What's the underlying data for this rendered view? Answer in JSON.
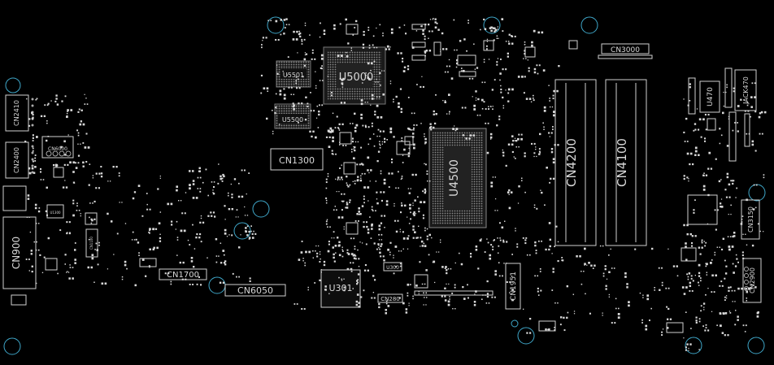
{
  "board": {
    "background": "#000000",
    "outline_color": "#cfcfcf",
    "hole_color": "#3fa7c9",
    "pad_color": "#e6e6e6"
  },
  "components": {
    "u5000": "U5000",
    "u5501": "U5501",
    "u5500": "U5500",
    "cn1300": "CN1300",
    "u4500": "U4500",
    "cn4200": "CN4200",
    "cn4100": "CN4100",
    "cn3000": "CN3000",
    "u470": "U470",
    "jack470": "JACK470",
    "cn3150": "CN3150",
    "cn2900": "CN2900",
    "cn1951": "CN1951",
    "u301": "U301",
    "cn280": "CN280",
    "u300": "U300",
    "cn6050": "CN6050",
    "cn1700": "CN1700",
    "cn900": "CN900",
    "cn2410": "CN2410",
    "cn2400": "CN2400",
    "cn6000": "CN6000",
    "u1300": "U1300",
    "cn1100": "CN1100"
  }
}
